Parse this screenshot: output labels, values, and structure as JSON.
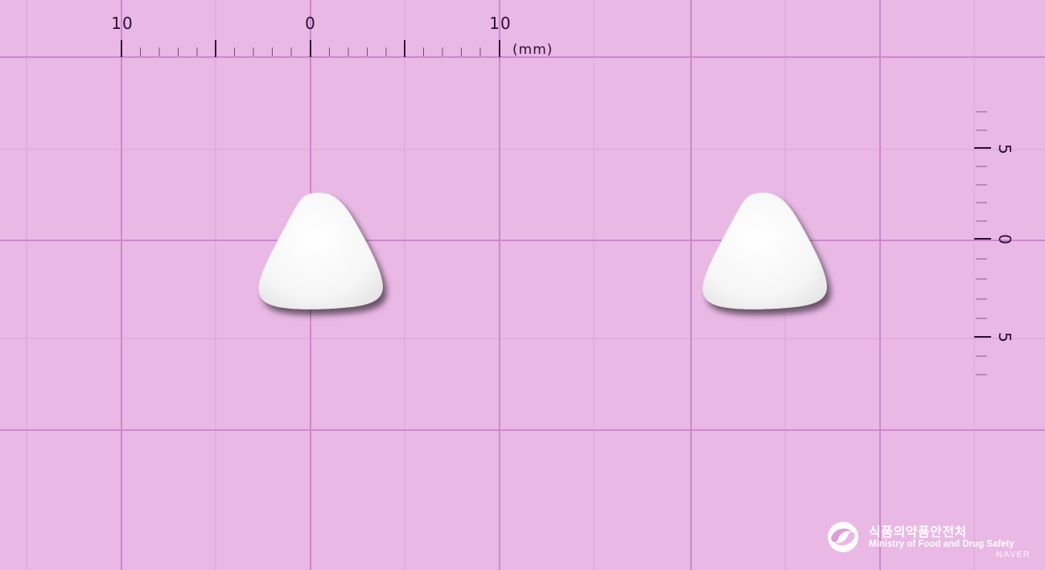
{
  "ruler_top": {
    "labels": [
      "10",
      "0",
      "10"
    ],
    "unit": "(mm)"
  },
  "ruler_right": {
    "labels": [
      "5",
      "0",
      "5"
    ]
  },
  "watermark": {
    "korean": "식품의약품안전처",
    "english": "Ministry of Food and Drug Safety",
    "logo_icon": "mfds-taeguk-icon"
  },
  "naver": "NAVER",
  "colors": {
    "background": "#e9b8e5",
    "grid_major": "#cf87cd",
    "grid_minor": "#dca4d8",
    "ruler_ink": "#2c0f30",
    "tablet": "#f8f8f8"
  },
  "tablets": [
    {
      "shape": "triangular",
      "color": "white",
      "view": "front"
    },
    {
      "shape": "triangular",
      "color": "white",
      "view": "back"
    }
  ]
}
